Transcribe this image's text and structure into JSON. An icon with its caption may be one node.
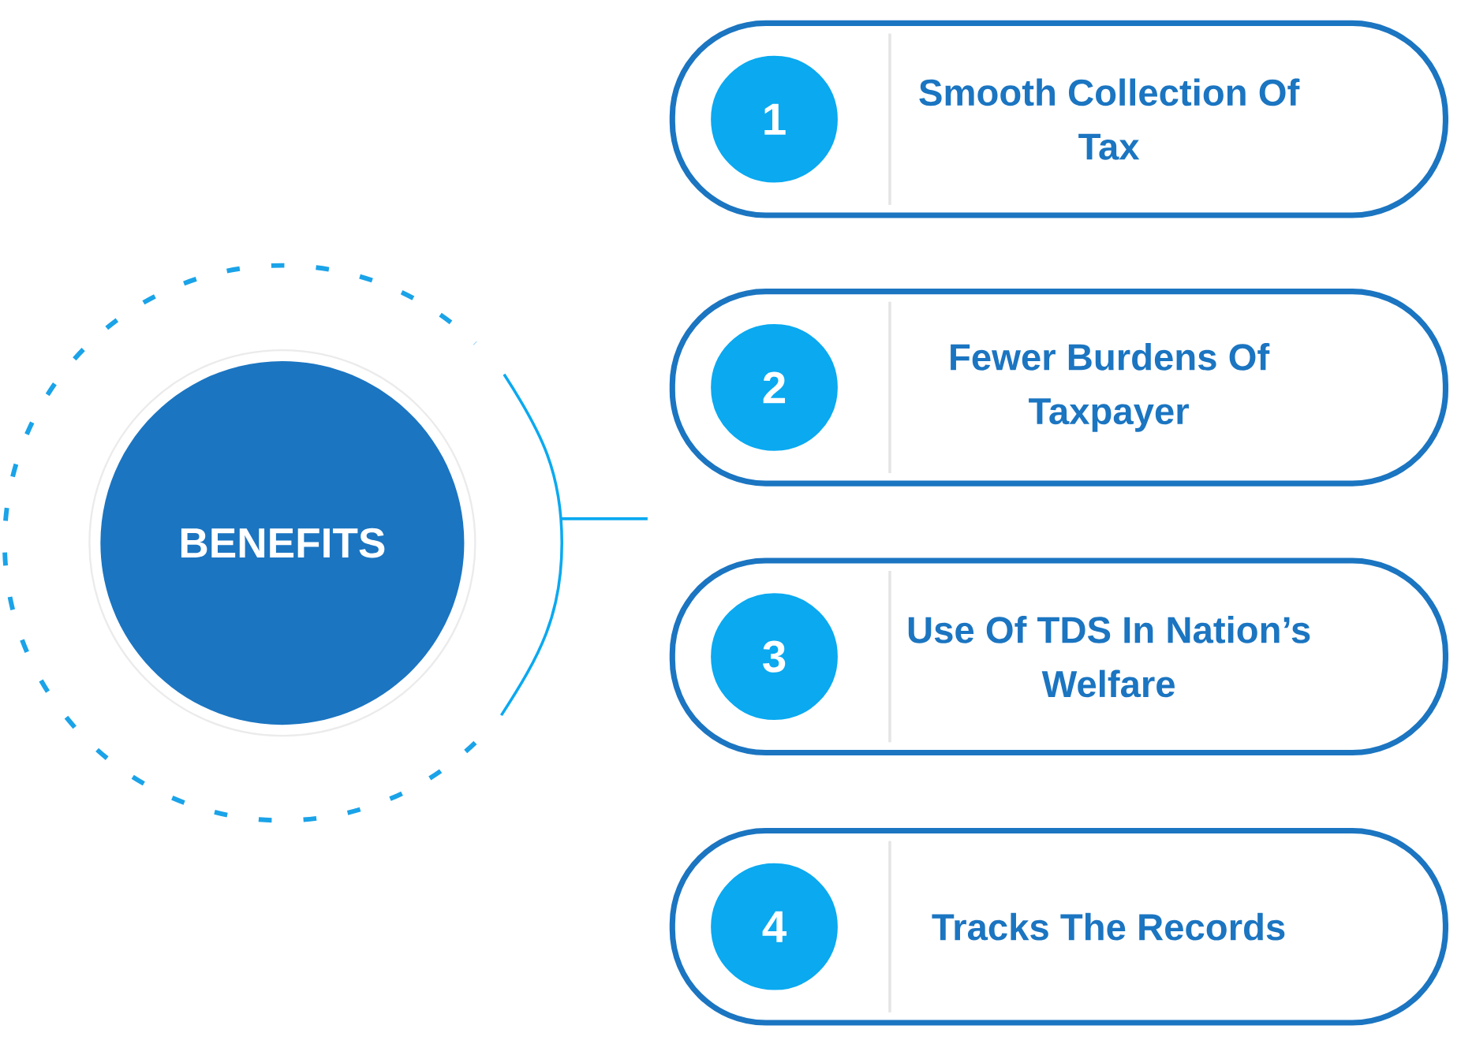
{
  "diagram": {
    "nodes": [
      {
        "text": [
          "BENEFITS"
        ]
      },
      {
        "text": [
          "Smooth Collection Of Tax"
        ]
      },
      {
        "text": [
          "1"
        ],
        "in": 1
      },
      {
        "text": [
          "Fewer Burdens Of Taxpayer"
        ]
      },
      {
        "text": [
          "2"
        ],
        "in": 3
      },
      {
        "text": [
          "Use Of TDS In Nation’s Welfare"
        ]
      },
      {
        "text": [
          "3"
        ],
        "in": 5
      },
      {
        "text": [
          "Tracks The Records"
        ]
      },
      {
        "text": [
          "4"
        ],
        "in": 7
      }
    ]
  }
}
